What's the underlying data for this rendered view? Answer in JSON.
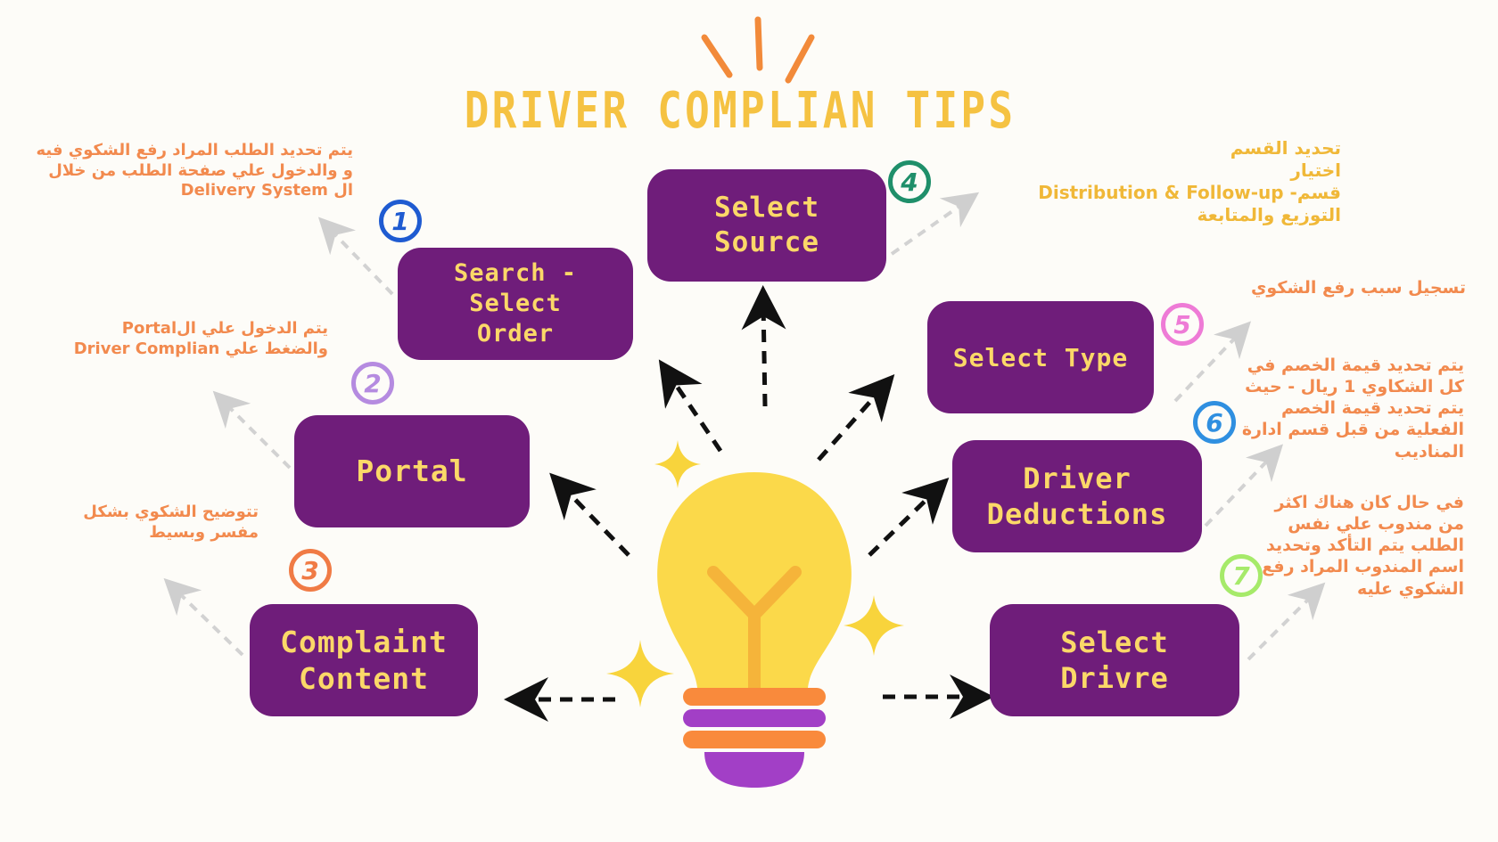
{
  "title": "DRIVER COMPLIAN TIPS",
  "colors": {
    "box": "#6f1d7a",
    "box_text": "#fbd868",
    "title": "#f5c242",
    "note_orange": "#f28a4e",
    "note_yellow": "#f0b838",
    "bulb": "#fbd94a",
    "bulb_band_orange": "#f98a3c",
    "bulb_band_purple": "#a23fc6"
  },
  "steps": [
    {
      "number": "1",
      "label": "Search - Select\nOrder",
      "badge_color": "#1f5bd1",
      "note": "يتم تحديد الطلب المراد  رفع الشكوي فيه\nو والدخول علي صفحة الطلب من خلال\nال Delivery System"
    },
    {
      "number": "2",
      "label": "Portal",
      "badge_color": "#b58be0",
      "note": "يتم الدخول علي الPortal\nوالضغط علي Driver Complian"
    },
    {
      "number": "3",
      "label": "Complaint\nContent",
      "badge_color": "#f07b45",
      "note": "تتوضيح الشكوي بشكل\nمفسر وبسيط"
    },
    {
      "number": "4",
      "label": "Select Source",
      "badge_color": "#1f8f6a",
      "note": "تحديد القسم\nاختيار\nقسم- Distribution & Follow-up\nالتوزيع والمتابعة"
    },
    {
      "number": "5",
      "label": "Select Type",
      "badge_color": "#ee7bd6",
      "note": "تسجيل سبب رفع الشكوي"
    },
    {
      "number": "6",
      "label": "Driver\nDeductions",
      "badge_color": "#2f8fe0",
      "note": "يتم تحديد قيمة الخصم في\nكل الشكاوي 1 ريال - حيث\nيتم تحديد قيمة الخصم\nالفعلية  من قبل قسم ادارة\nالمناديب"
    },
    {
      "number": "7",
      "label": "Select Drivre",
      "badge_color": "#a6ea6a",
      "note": "في حال كان هناك اكثر\nمن مندوب علي نفس\nالطلب يتم التأكد وتحديد\nاسم المندوب المراد رفع\nالشكوي عليه"
    }
  ]
}
